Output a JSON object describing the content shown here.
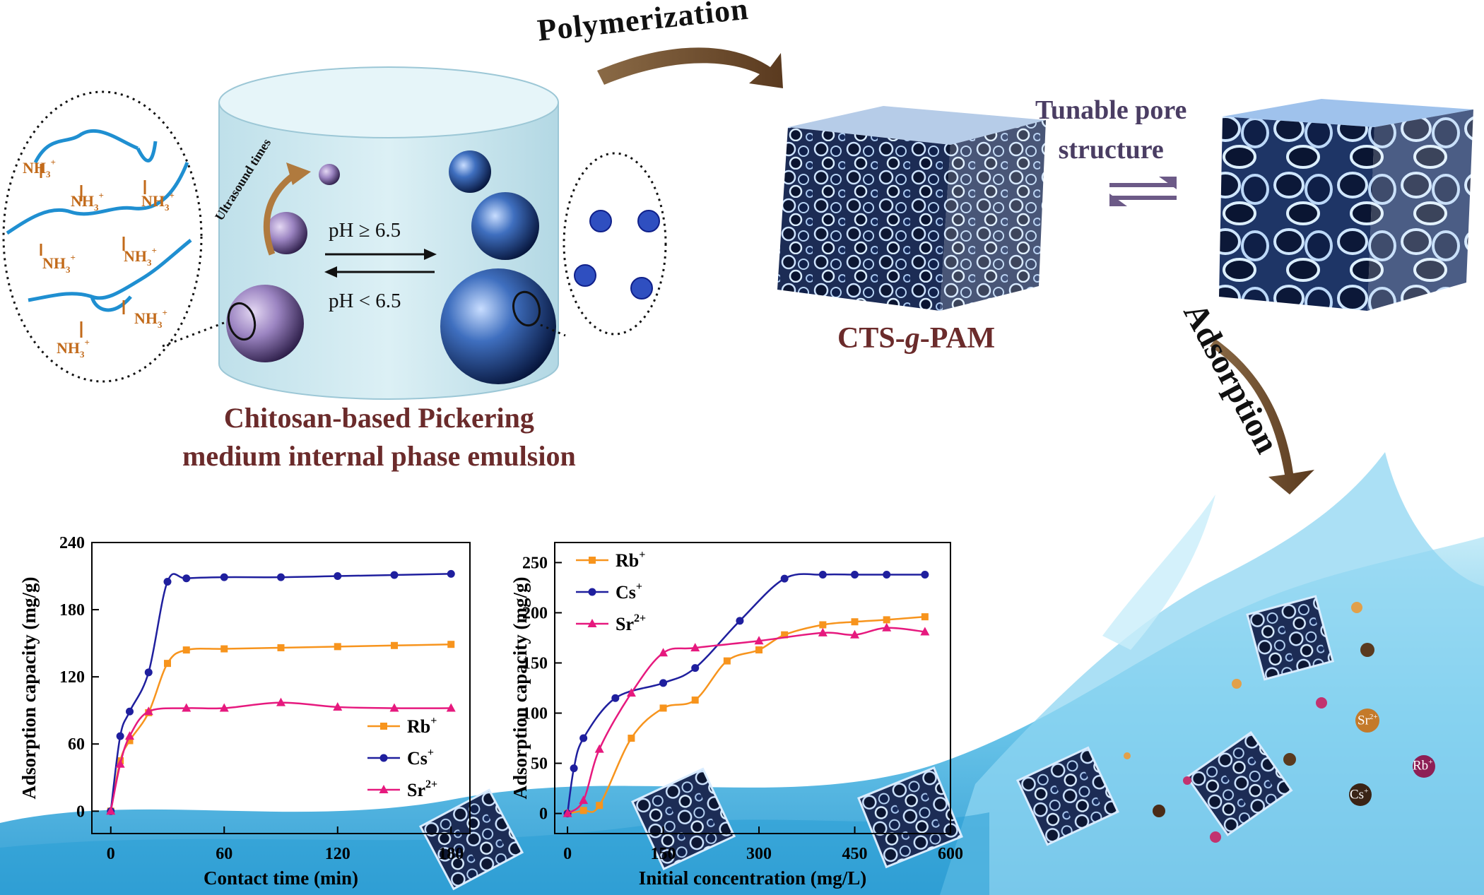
{
  "labels": {
    "polymerization": "Polymerization",
    "tunable_pore_line1": "Tunable pore",
    "tunable_pore_line2": "structure",
    "cts_prefix": "CTS-",
    "cts_italic": "g",
    "cts_suffix": "-PAM",
    "emulsion_line1": "Chitosan-based Pickering",
    "emulsion_line2": "medium internal phase emulsion",
    "adsorption": "Adsorption",
    "ultrasound": "Ultrasound times",
    "ph_high": "pH ≥ 6.5",
    "ph_low": "pH < 6.5",
    "chain_label": "NH",
    "chain_sub": "3",
    "chain_sup": "+"
  },
  "ions": {
    "sr": "Sr",
    "sr_charge": "2+",
    "rb": "Rb",
    "rb_charge": "+",
    "cs": "Cs",
    "cs_charge": "+"
  },
  "colors": {
    "rb": "#f7941d",
    "cs": "#1f1f9e",
    "sr": "#e6197e",
    "chain": "#1f8fd1",
    "arrow": "#6b4a2b",
    "label_red": "#6b2b2b",
    "label_purple": "#4a3d63"
  },
  "chart_data": [
    {
      "type": "line",
      "xlabel": "Contact time (min)",
      "ylabel": "Adsorption capacity (mg/g)",
      "xlim": [
        -10,
        190
      ],
      "ylim": [
        -20,
        240
      ],
      "xticks": [
        0,
        60,
        120,
        180
      ],
      "yticks": [
        0,
        60,
        120,
        180,
        240
      ],
      "legend": "bottom-right",
      "series": [
        {
          "name": "Rb",
          "charge": "+",
          "color": "#f7941d",
          "marker": "square",
          "x": [
            0,
            5,
            10,
            20,
            30,
            40,
            60,
            90,
            120,
            150,
            180
          ],
          "y": [
            0,
            45,
            63,
            88,
            132,
            144,
            145,
            146,
            147,
            148,
            149
          ]
        },
        {
          "name": "Cs",
          "charge": "+",
          "color": "#1f1f9e",
          "marker": "circle",
          "x": [
            0,
            5,
            10,
            20,
            30,
            40,
            60,
            90,
            120,
            150,
            180
          ],
          "y": [
            0,
            67,
            89,
            124,
            205,
            208,
            209,
            209,
            210,
            211,
            212
          ]
        },
        {
          "name": "Sr",
          "charge": "2+",
          "color": "#e6197e",
          "marker": "triangle",
          "x": [
            0,
            5,
            10,
            20,
            40,
            60,
            90,
            120,
            150,
            180
          ],
          "y": [
            0,
            42,
            67,
            89,
            92,
            92,
            97,
            93,
            92,
            92
          ]
        }
      ]
    },
    {
      "type": "line",
      "xlabel": "Initial concentration (mg/L)",
      "ylabel": "Adsorption capacity (mg/g)",
      "xlim": [
        -20,
        600
      ],
      "ylim": [
        -20,
        270
      ],
      "xticks": [
        0,
        150,
        300,
        450,
        600
      ],
      "yticks": [
        0,
        50,
        100,
        150,
        200,
        250
      ],
      "legend": "top-left",
      "series": [
        {
          "name": "Rb",
          "charge": "+",
          "color": "#f7941d",
          "marker": "square",
          "x": [
            0,
            25,
            50,
            100,
            150,
            200,
            250,
            300,
            340,
            400,
            450,
            500,
            560
          ],
          "y": [
            0,
            3,
            8,
            75,
            105,
            113,
            152,
            163,
            178,
            188,
            191,
            193,
            196
          ]
        },
        {
          "name": "Cs",
          "charge": "+",
          "color": "#1f1f9e",
          "marker": "circle",
          "x": [
            0,
            10,
            25,
            75,
            150,
            200,
            270,
            340,
            400,
            450,
            500,
            560
          ],
          "y": [
            0,
            45,
            75,
            115,
            130,
            145,
            192,
            234,
            238,
            238,
            238,
            238
          ]
        },
        {
          "name": "Sr",
          "charge": "2+",
          "color": "#e6197e",
          "marker": "triangle",
          "x": [
            0,
            25,
            50,
            100,
            150,
            200,
            300,
            400,
            450,
            500,
            560
          ],
          "y": [
            0,
            13,
            64,
            120,
            160,
            165,
            172,
            180,
            178,
            185,
            181
          ]
        }
      ]
    }
  ]
}
